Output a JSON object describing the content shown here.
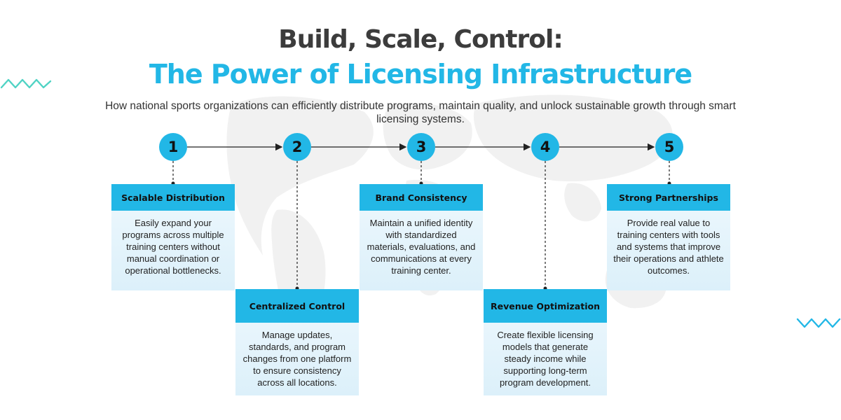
{
  "header": {
    "title_line1": "Build, Scale, Control:",
    "title_line2": "The Power of Licensing Infrastructure",
    "subtitle": "How national sports organizations can efficiently distribute programs, maintain quality, and unlock sustainable growth through smart licensing systems."
  },
  "steps": [
    {
      "number": "1",
      "title": "Scalable Distribution",
      "text": "Easily expand your programs across multiple training centers without manual coordination or operational bottlenecks."
    },
    {
      "number": "2",
      "title": "Centralized Control",
      "text": "Manage updates, standards, and program changes from one platform to ensure consistency across all locations."
    },
    {
      "number": "3",
      "title": "Brand Consistency",
      "text": "Maintain a unified identity with standardized materials, evaluations, and communications at every training center."
    },
    {
      "number": "4",
      "title": "Revenue Optimization",
      "text": "Create flexible licensing models that generate steady income while supporting long-term program development."
    },
    {
      "number": "5",
      "title": "Strong Partnerships",
      "text": "Provide real value to training centers with tools and systems that improve their operations and athlete outcomes."
    }
  ],
  "colors": {
    "accent": "#22b7e6",
    "title_dark": "#3c3c3c",
    "card_bg": "#e6f5fc",
    "wave": "#4fd3c4"
  }
}
